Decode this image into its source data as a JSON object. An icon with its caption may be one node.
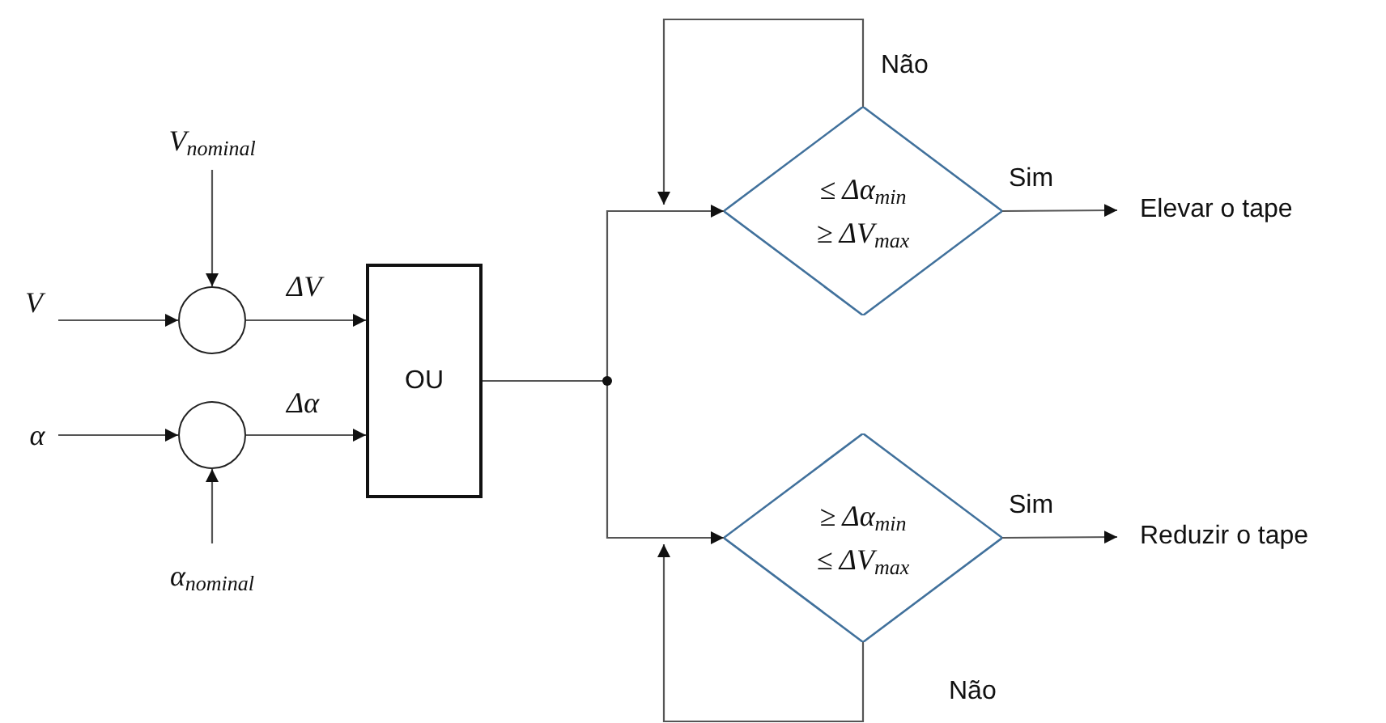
{
  "diagram": {
    "nodes": [
      {
        "text": [
          "V$_{nominal}$"
        ]
      },
      {
        "text": [
          "V"
        ]
      },
      {
        "text": [],
        "shape": "circle"
      },
      {
        "text": [
          "α"
        ]
      },
      {
        "text": [],
        "shape": "circle"
      },
      {
        "text": [
          "α$_{nominal}$"
        ]
      },
      {
        "text": [
          "OU"
        ]
      },
      {
        "text": [
          "≤ Δα$_{min}$",
          "≥ ΔV$_{max}$"
        ]
      },
      {
        "text": [
          "Elevar o tape"
        ]
      },
      {
        "text": [
          "≥ Δα$_{min}$",
          "≤ ΔV$_{max}$"
        ]
      },
      {
        "text": [
          "Reduzir o tape"
        ]
      }
    ],
    "edges": [
      {
        "from": 1,
        "to": 2,
        "arrow": "to"
      },
      {
        "from": 0,
        "to": 2,
        "arrow": "to"
      },
      {
        "from": 3,
        "to": 4,
        "arrow": "to"
      },
      {
        "from": 5,
        "to": 4,
        "arrow": "to"
      },
      {
        "from": 2,
        "to": 6,
        "arrow": "to",
        "label": "ΔV"
      },
      {
        "from": 4,
        "to": 6,
        "arrow": "to",
        "label": "Δα"
      },
      {
        "from": 6,
        "to": 7,
        "arrow": "to"
      },
      {
        "from": 6,
        "to": 9,
        "arrow": "to"
      },
      {
        "from": 7,
        "to": 8,
        "arrow": "to",
        "label": "Sim"
      },
      {
        "from": 9,
        "to": 10,
        "arrow": "to",
        "label": "Sim"
      },
      {
        "from": 7,
        "to": 7,
        "arrow": "to",
        "label": "Não"
      },
      {
        "from": 9,
        "to": 9,
        "arrow": "to",
        "label": "Não"
      }
    ]
  }
}
